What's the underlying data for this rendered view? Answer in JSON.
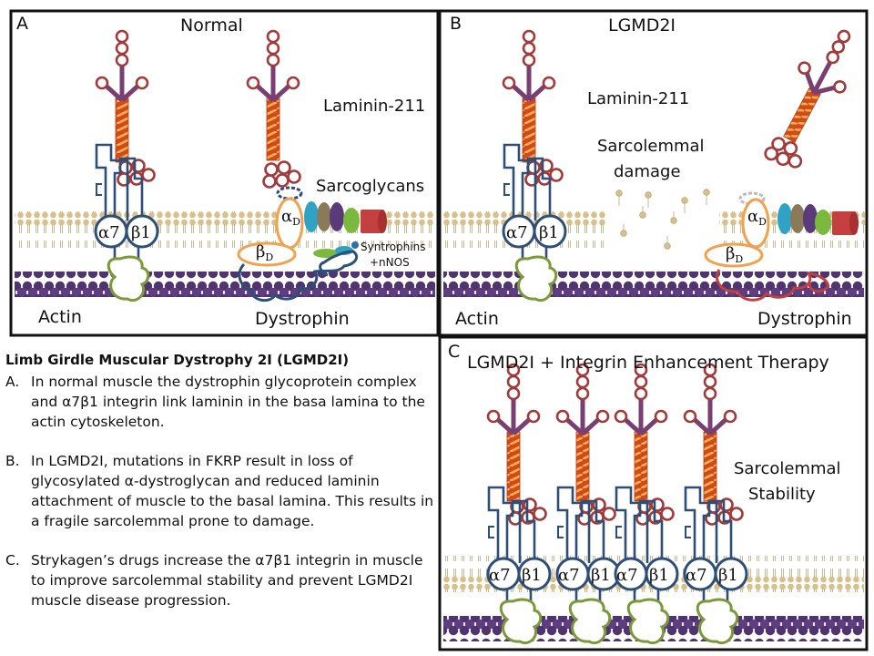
{
  "panels": {
    "a": {
      "letter": "A",
      "title": "Normal",
      "laminin": "Laminin-211",
      "sarcoglycans": "Sarcoglycans",
      "syntrophins": "Syntrophins",
      "nnos": "+nNOS",
      "actin": "Actin",
      "dystrophin": "Dystrophin",
      "alpha7": "α7",
      "beta1": "β1",
      "alpha_d": "α",
      "beta_d": "β",
      "sub_d": "D"
    },
    "b": {
      "letter": "B",
      "title": "LGMD2I",
      "laminin": "Laminin-211",
      "damage_1": "Sarcolemmal",
      "damage_2": "damage",
      "actin": "Actin",
      "dystrophin": "Dystrophin",
      "alpha7": "α7",
      "beta1": "β1",
      "alpha_d": "α",
      "beta_d": "β",
      "sub_d": "D"
    },
    "c": {
      "letter": "C",
      "title": "LGMD2I + Integrin Enhancement Therapy",
      "stability_1": "Sarcolemmal",
      "stability_2": "Stability",
      "alpha7": "α7",
      "beta1": "β1"
    }
  },
  "legend": {
    "title": "Limb Girdle Muscular Dystrophy 2I (LGMD2I)",
    "items": [
      {
        "key": "A.",
        "text": "In normal muscle the dystrophin glycoprotein complex and α7β1 integrin link laminin in the basa lamina to the actin cytoskeleton."
      },
      {
        "key": "B.",
        "text": "In LGMD2I, mutations in FKRP result in loss of glycosylated α-dystroglycan and reduced laminin attachment of muscle to the basal lamina. This results in a fragile sarcolemmal prone to damage."
      },
      {
        "key": "C.",
        "text": "Strykagen’s drugs increase the α7β1 integrin in muscle to improve sarcolemmal stability and prevent LGMD2I muscle disease progression."
      }
    ]
  },
  "colors": {
    "laminin_red": "#d04a1e",
    "laminin_stripe": "#f2a33a",
    "arm_purple": "#7a3f72",
    "circle_red": "#a23a3a",
    "integrin_blue": "#2e4e7a",
    "dystro_orange": "#f0a24e",
    "actin_purple": "#5a3a78",
    "membrane_tan": "#e6d3a6",
    "green": "#7a9a3a"
  }
}
